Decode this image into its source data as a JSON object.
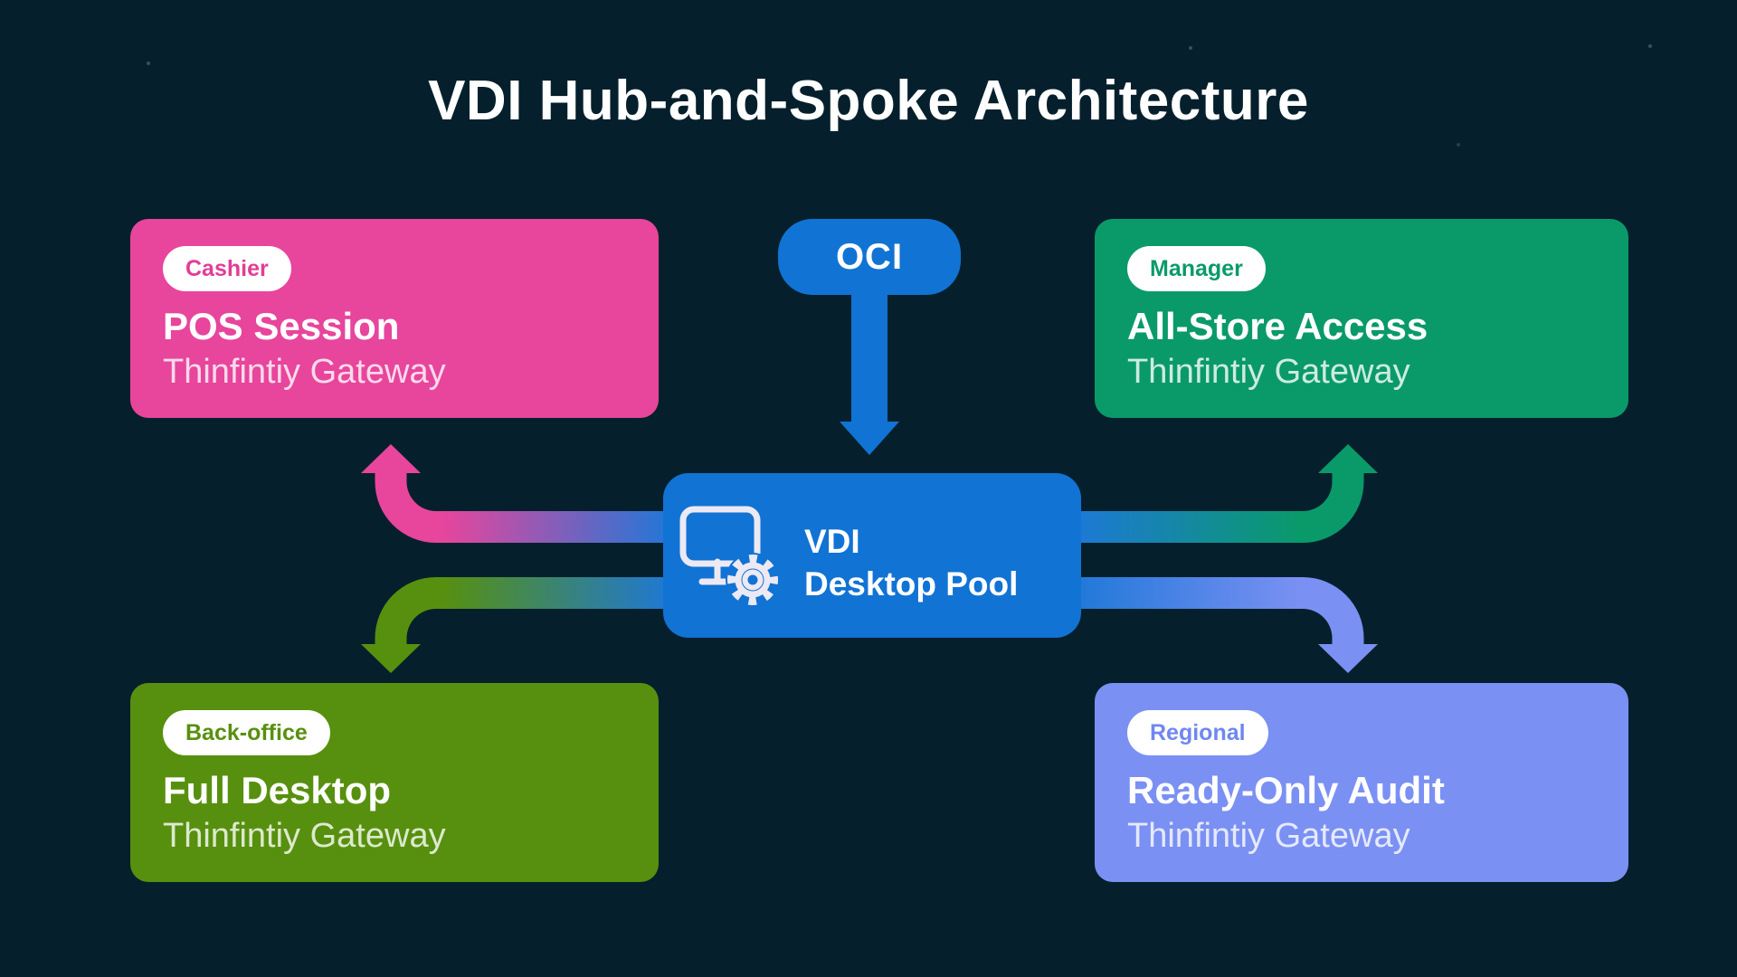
{
  "title": "VDI Hub-and-Spoke Architecture",
  "oci": {
    "label": "OCI"
  },
  "hub": {
    "line1": "VDI",
    "line2": "Desktop Pool",
    "icon": "desktop-gear-icon"
  },
  "cards": {
    "top_left": {
      "badge": "Cashier",
      "title": "POS Session",
      "subtitle": "Thinfintiy Gateway"
    },
    "top_right": {
      "badge": "Manager",
      "title": "All-Store Access",
      "subtitle": "Thinfintiy Gateway"
    },
    "bottom_left": {
      "badge": "Back-office",
      "title": "Full Desktop",
      "subtitle": "Thinfintiy Gateway"
    },
    "bottom_right": {
      "badge": "Regional",
      "title": "Ready-Only Audit",
      "subtitle": "Thinfintiy Gateway"
    }
  },
  "connections": [
    {
      "from": "OCI",
      "to": "VDI Desktop Pool",
      "style": "straight-down",
      "color": "#1173d4"
    },
    {
      "from": "VDI Desktop Pool",
      "to": "POS Session",
      "style": "curved-up-left",
      "gradient": [
        "#1e78d8",
        "#e8459c"
      ]
    },
    {
      "from": "VDI Desktop Pool",
      "to": "All-Store Access",
      "style": "curved-up-right",
      "gradient": [
        "#1e78d8",
        "#0a9a6a"
      ]
    },
    {
      "from": "VDI Desktop Pool",
      "to": "Full Desktop",
      "style": "curved-down-left",
      "gradient": [
        "#1e78d8",
        "#57900e"
      ]
    },
    {
      "from": "VDI Desktop Pool",
      "to": "Ready-Only Audit",
      "style": "curved-down-right",
      "gradient": [
        "#1e78d8",
        "#7b90f3"
      ]
    }
  ],
  "colors": {
    "background": "#05202c",
    "hub_blue": "#1173d4",
    "pink": "#e8459c",
    "green": "#0a9a6a",
    "olive": "#57900e",
    "periwinkle": "#7b90f3",
    "badge_background": "#ffffff",
    "title_text": "#ffffff"
  }
}
